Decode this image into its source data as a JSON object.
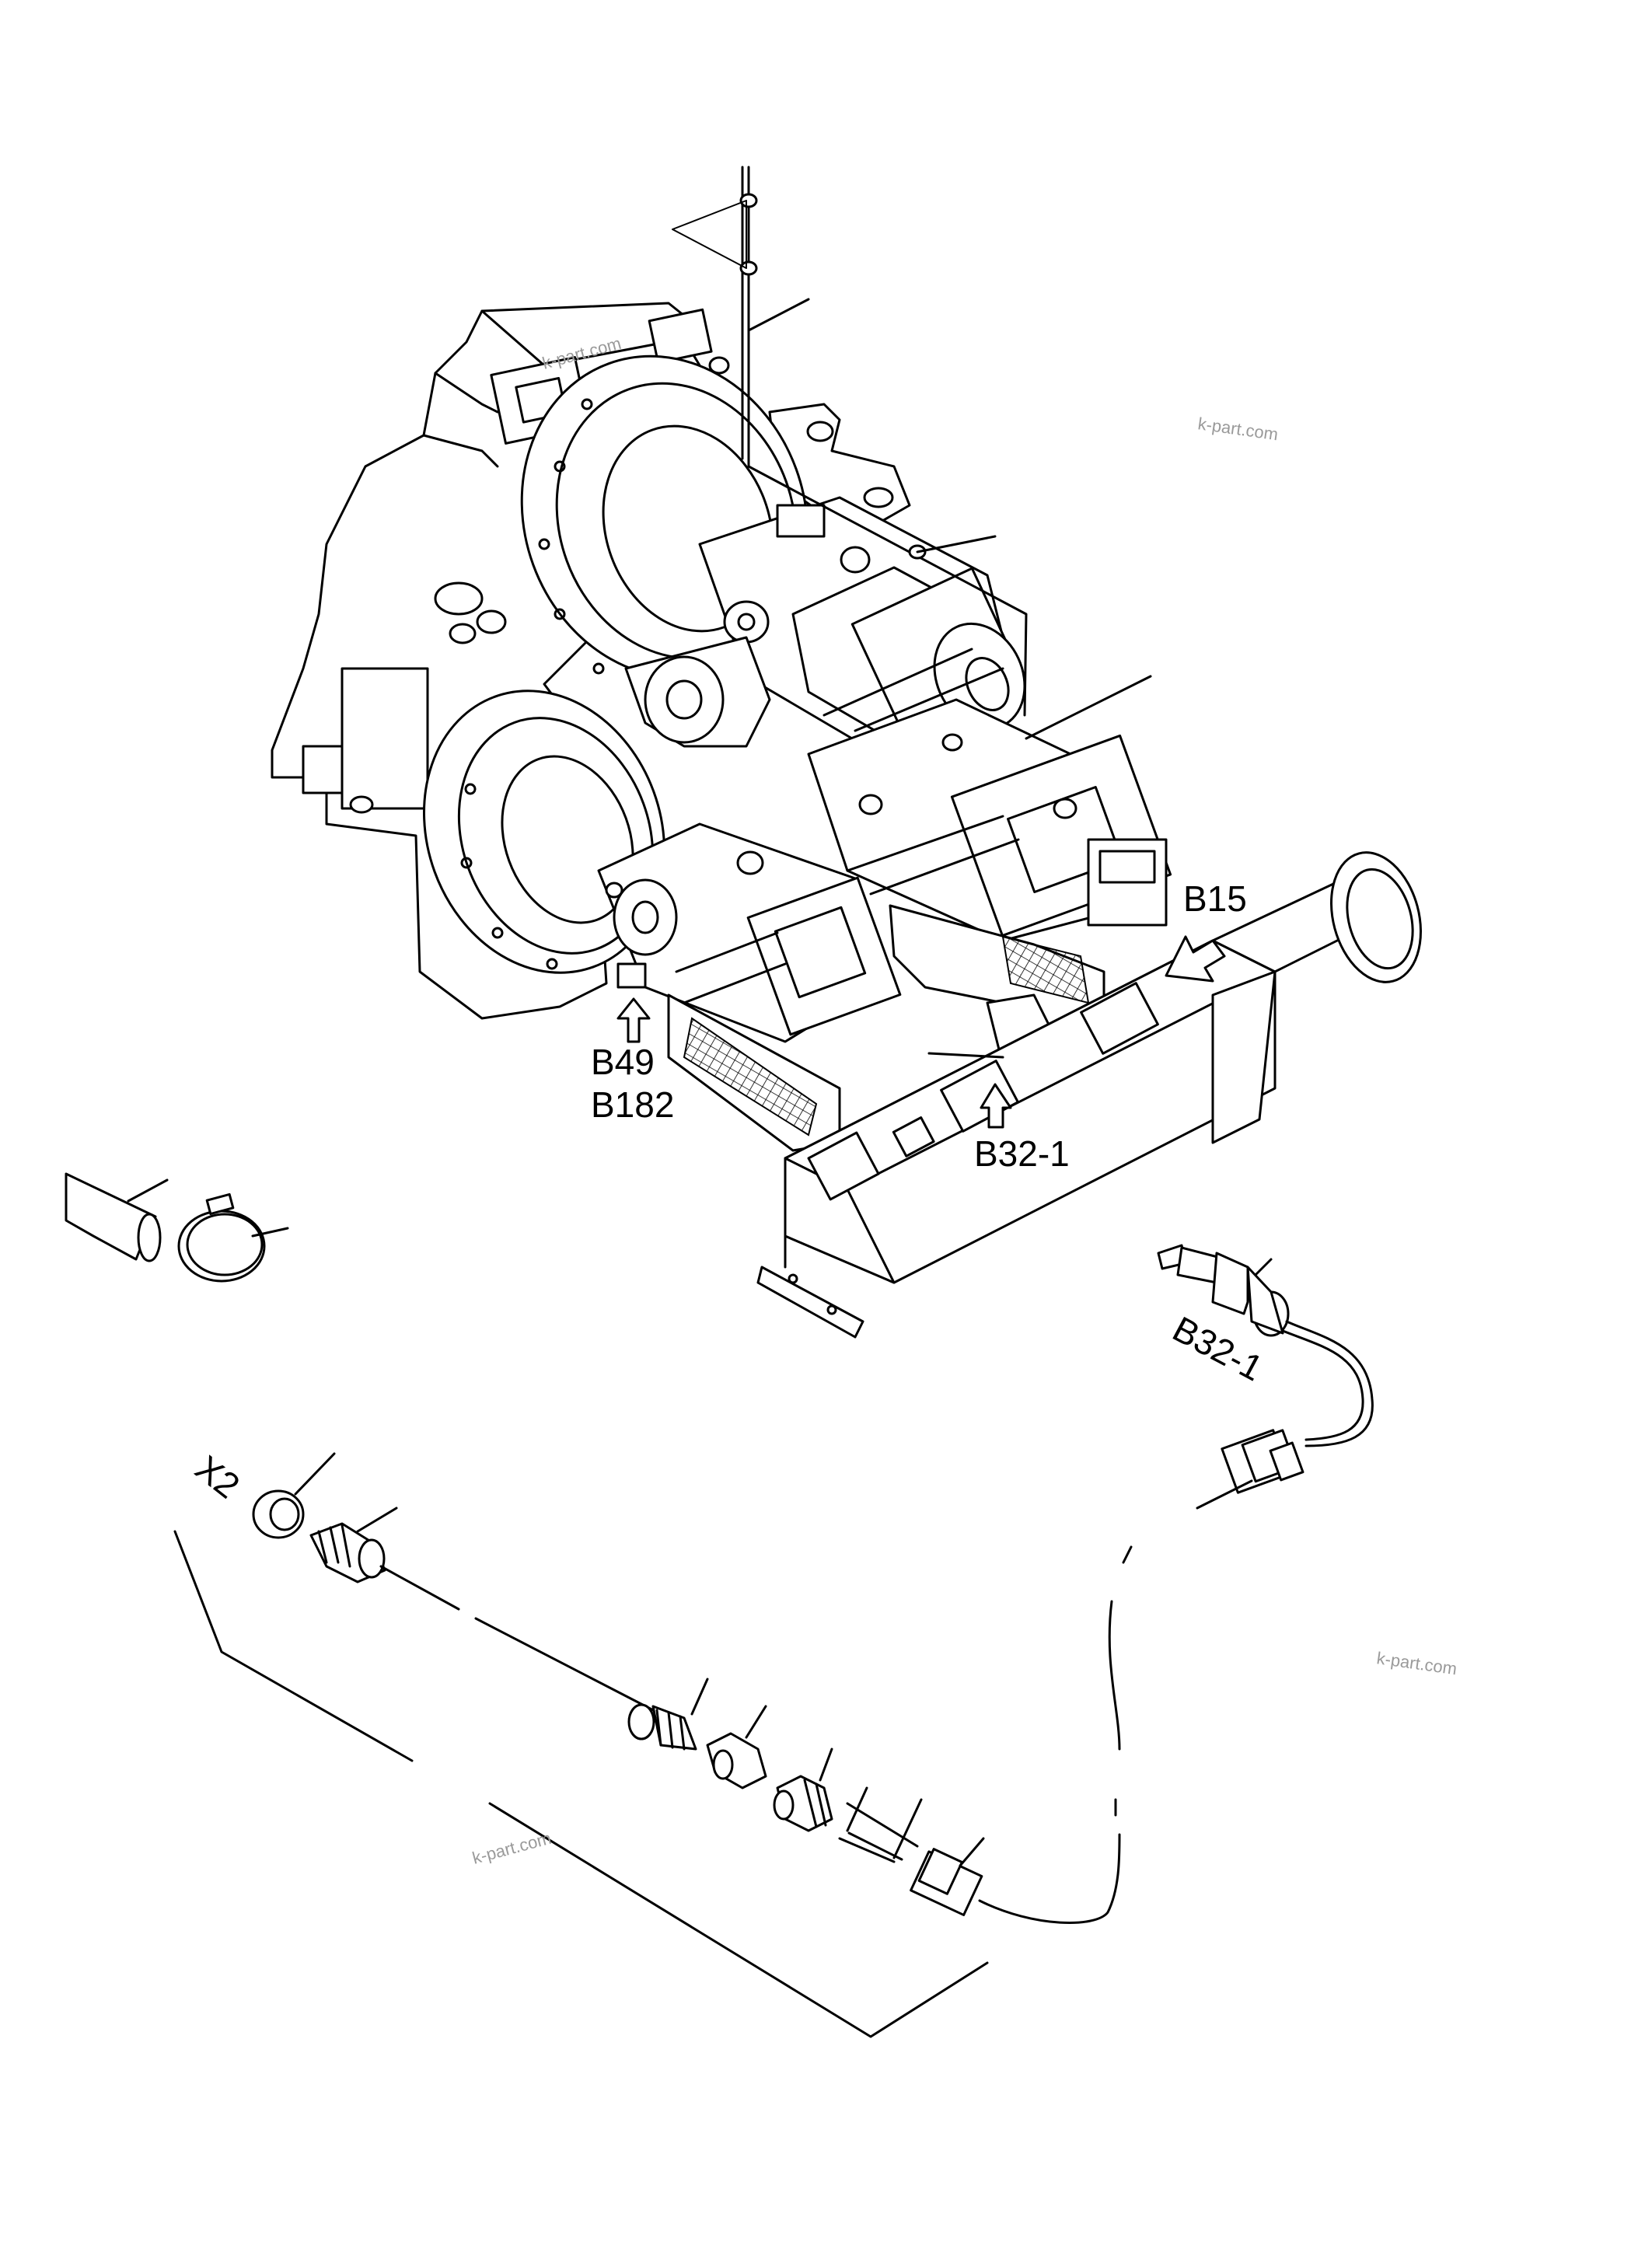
{
  "callouts": {
    "b15": "B15",
    "b49": "B49",
    "b182": "B182",
    "b32_1_main": "B32-1",
    "b32_1_sensor": "B32-1",
    "x2": "X2"
  },
  "watermarks": [
    "k-part.com",
    "k-part.com",
    "k-part.com",
    "k-part.com"
  ]
}
